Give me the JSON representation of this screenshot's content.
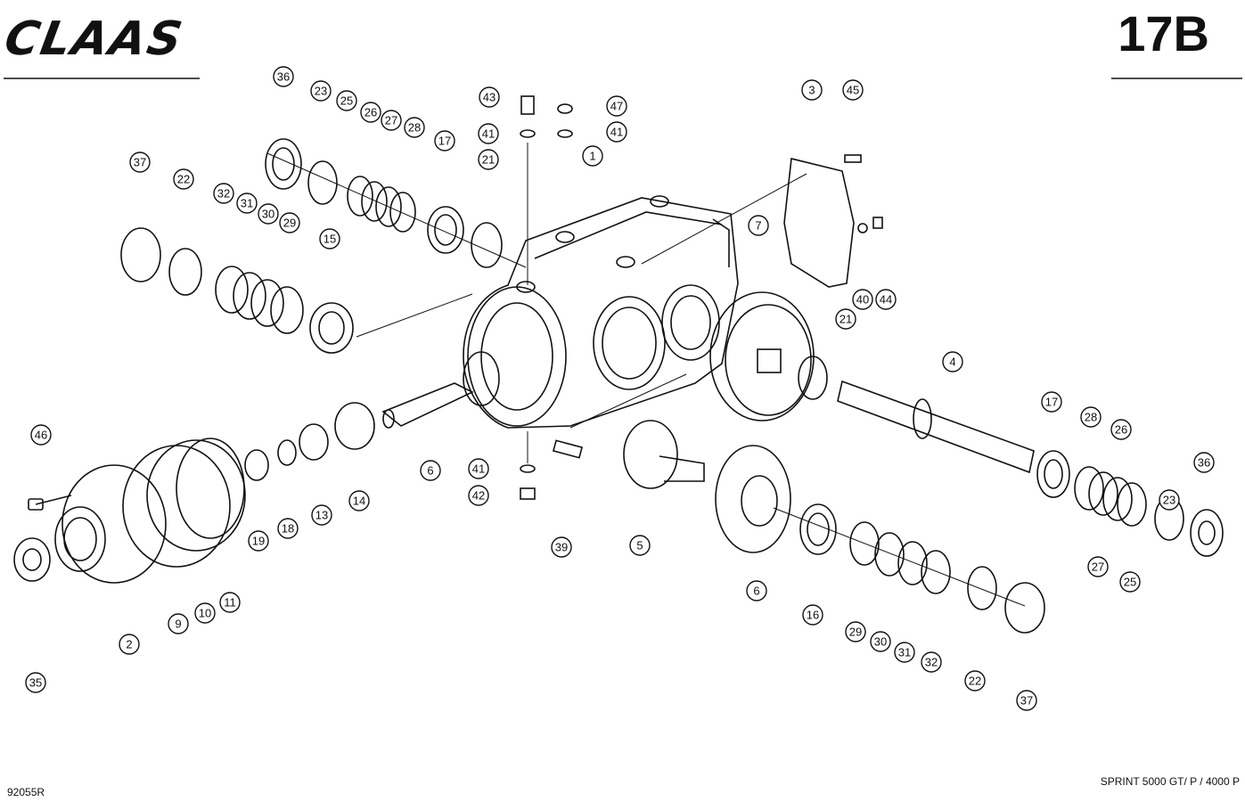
{
  "header": {
    "brand": "CLAAS",
    "page_number": "17B"
  },
  "footer": {
    "drawing_number": "92055R",
    "model": "SPRINT 5000 GT/ P / 4000 P"
  },
  "callouts": [
    "1",
    "2",
    "3",
    "4",
    "5",
    "6",
    "6",
    "7",
    "9",
    "10",
    "11",
    "13",
    "14",
    "15",
    "16",
    "17",
    "17",
    "18",
    "19",
    "21",
    "21",
    "22",
    "22",
    "23",
    "23",
    "25",
    "25",
    "26",
    "26",
    "27",
    "27",
    "28",
    "28",
    "29",
    "29",
    "30",
    "30",
    "31",
    "31",
    "32",
    "32",
    "35",
    "36",
    "36",
    "37",
    "37",
    "39",
    "40",
    "41",
    "41",
    "41",
    "42",
    "43",
    "44",
    "45",
    "46",
    "47"
  ],
  "colors": {
    "ink": "#111111",
    "paper": "#ffffff"
  }
}
